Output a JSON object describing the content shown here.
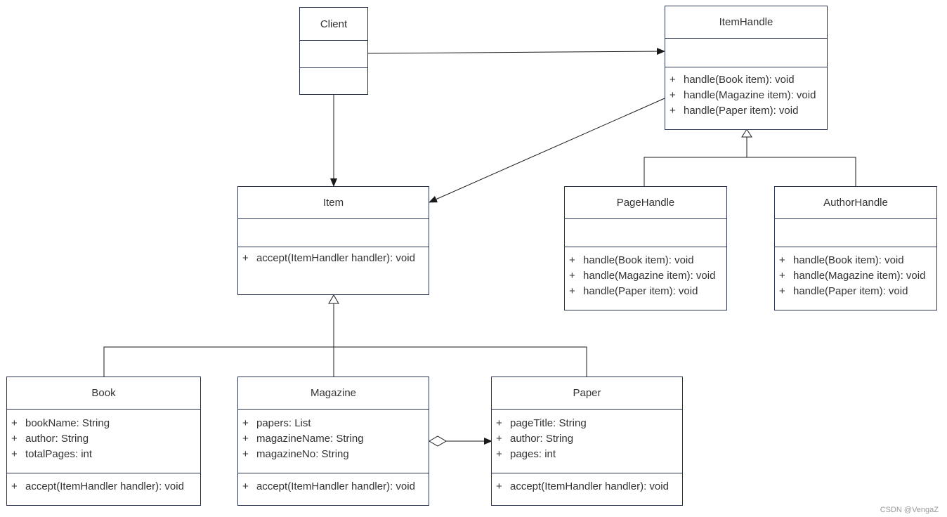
{
  "classes": {
    "client": {
      "name": "Client",
      "attributes": [],
      "methods": []
    },
    "item_handle": {
      "name": "ItemHandle",
      "attributes": [],
      "methods": [
        {
          "visibility": "+",
          "text": "handle(Book item): void"
        },
        {
          "visibility": "+",
          "text": "handle(Magazine item): void"
        },
        {
          "visibility": "+",
          "text": "handle(Paper item): void"
        }
      ]
    },
    "item": {
      "name": "Item",
      "attributes": [],
      "methods": [
        {
          "visibility": "+",
          "text": "accept(ItemHandler handler): void"
        }
      ]
    },
    "page_handle": {
      "name": "PageHandle",
      "attributes": [],
      "methods": [
        {
          "visibility": "+",
          "text": "handle(Book item): void"
        },
        {
          "visibility": "+",
          "text": "handle(Magazine item): void"
        },
        {
          "visibility": "+",
          "text": "handle(Paper item): void"
        }
      ]
    },
    "author_handle": {
      "name": "AuthorHandle",
      "attributes": [],
      "methods": [
        {
          "visibility": "+",
          "text": "handle(Book item): void"
        },
        {
          "visibility": "+",
          "text": "handle(Magazine item): void"
        },
        {
          "visibility": "+",
          "text": "handle(Paper item): void"
        }
      ]
    },
    "book": {
      "name": "Book",
      "attributes": [
        {
          "visibility": "+",
          "text": "bookName: String"
        },
        {
          "visibility": "+",
          "text": "author: String"
        },
        {
          "visibility": "+",
          "text": "totalPages: int"
        }
      ],
      "methods": [
        {
          "visibility": "+",
          "text": "accept(ItemHandler handler): void"
        }
      ]
    },
    "magazine": {
      "name": "Magazine",
      "attributes": [
        {
          "visibility": "+",
          "text": "papers: List"
        },
        {
          "visibility": "+",
          "text": "magazineName: String"
        },
        {
          "visibility": "+",
          "text": "magazineNo: String"
        }
      ],
      "methods": [
        {
          "visibility": "+",
          "text": "accept(ItemHandler handler): void"
        }
      ]
    },
    "paper": {
      "name": "Paper",
      "attributes": [
        {
          "visibility": "+",
          "text": "pageTitle: String"
        },
        {
          "visibility": "+",
          "text": "author: String"
        },
        {
          "visibility": "+",
          "text": "pages: int"
        }
      ],
      "methods": [
        {
          "visibility": "+",
          "text": "accept(ItemHandler handler): void"
        }
      ]
    }
  },
  "relationships": [
    {
      "from": "Client",
      "to": "ItemHandle",
      "type": "association"
    },
    {
      "from": "Client",
      "to": "Item",
      "type": "association"
    },
    {
      "from": "ItemHandle",
      "to": "Item",
      "type": "association"
    },
    {
      "from": "PageHandle",
      "to": "ItemHandle",
      "type": "generalization"
    },
    {
      "from": "AuthorHandle",
      "to": "ItemHandle",
      "type": "generalization"
    },
    {
      "from": "Book",
      "to": "Item",
      "type": "generalization"
    },
    {
      "from": "Magazine",
      "to": "Item",
      "type": "generalization"
    },
    {
      "from": "Paper",
      "to": "Item",
      "type": "generalization"
    },
    {
      "from": "Magazine",
      "to": "Paper",
      "type": "aggregation"
    }
  ],
  "watermark": "CSDN @VengaZ",
  "colors": {
    "border": "#2b3350",
    "line": "#1a1a1a",
    "text": "#333333"
  }
}
